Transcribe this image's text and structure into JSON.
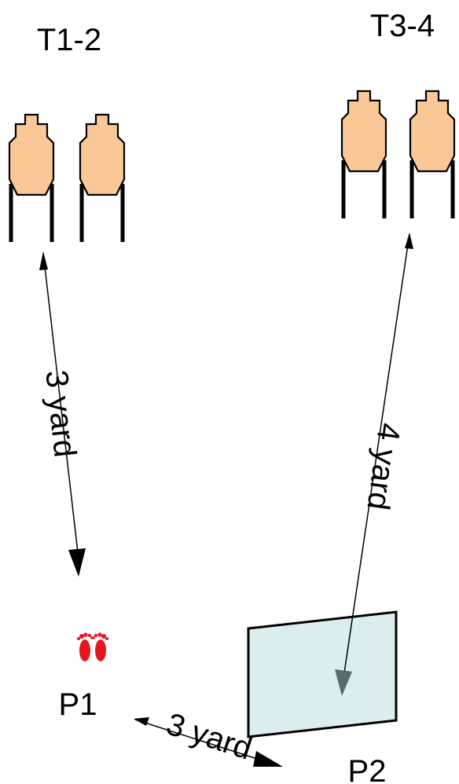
{
  "target_groups": [
    {
      "label": "T1-2"
    },
    {
      "label": "T3-4"
    }
  ],
  "positions": [
    {
      "label": "P1"
    },
    {
      "label": "P2"
    }
  ],
  "distances": [
    {
      "text": "3 yard"
    },
    {
      "text": "4 yard"
    },
    {
      "text": "3 yard"
    }
  ],
  "colors": {
    "target_fill": "#FAC896",
    "barrier_fill": "#DCEDF0",
    "footprint": "#E8141E",
    "arrowhead_dark": "#000000",
    "arrowhead_grey": "#5B6A6E"
  }
}
